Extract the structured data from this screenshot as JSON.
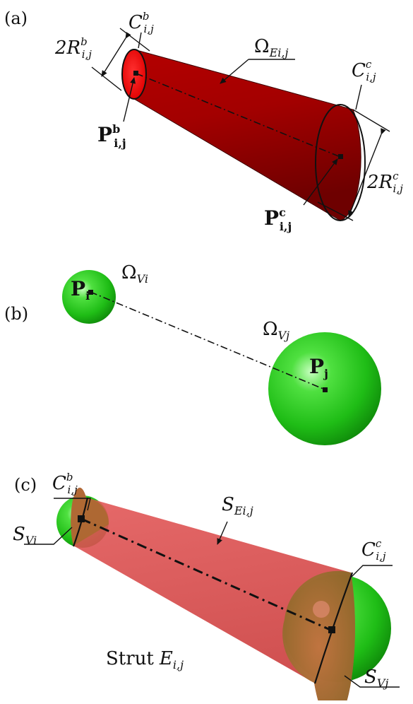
{
  "panels": {
    "a": {
      "tag": "(a)",
      "cb_main": "C",
      "cb_sup": "b",
      "cb_sub": "i,j",
      "omega_main": "Ω",
      "omega_sub": "Ei,j",
      "cc_main": "C",
      "cc_sup": "c",
      "cc_sub": "i,j",
      "rb_main": "2R",
      "rb_sup": "b",
      "rb_sub": "i,j",
      "rc_main": "2R",
      "rc_sup": "c",
      "rc_sub": "i,j",
      "pb_main": "P",
      "pb_sup": "b",
      "pb_sub": "i,j",
      "pc_main": "P",
      "pc_sup": "c",
      "pc_sub": "i,j"
    },
    "b": {
      "tag": "(b)",
      "pi_main": "P",
      "pi_sub": "i",
      "pj_main": "P",
      "pj_sub": "j",
      "ovi_main": "Ω",
      "ovi_sub": "Vi",
      "ovj_main": "Ω",
      "ovj_sub": "Vj"
    },
    "c": {
      "tag": "(c)",
      "cb_main": "C",
      "cb_sup": "b",
      "cb_sub": "i,j",
      "cc_main": "C",
      "cc_sup": "c",
      "cc_sub": "i,j",
      "svi_main": "S",
      "svi_sub": "Vi",
      "svj_main": "S",
      "svj_sub": "Vj",
      "sei_main": "S",
      "sei_sub": "Ei,j",
      "strut_word": "Strut",
      "strut_main": "E",
      "strut_sub": "i,j"
    }
  },
  "colors": {
    "cone_dark": "#7a0000",
    "cone_red": "#c40000",
    "sphere_green": "#22c41a",
    "strut_red": "#e06060"
  }
}
